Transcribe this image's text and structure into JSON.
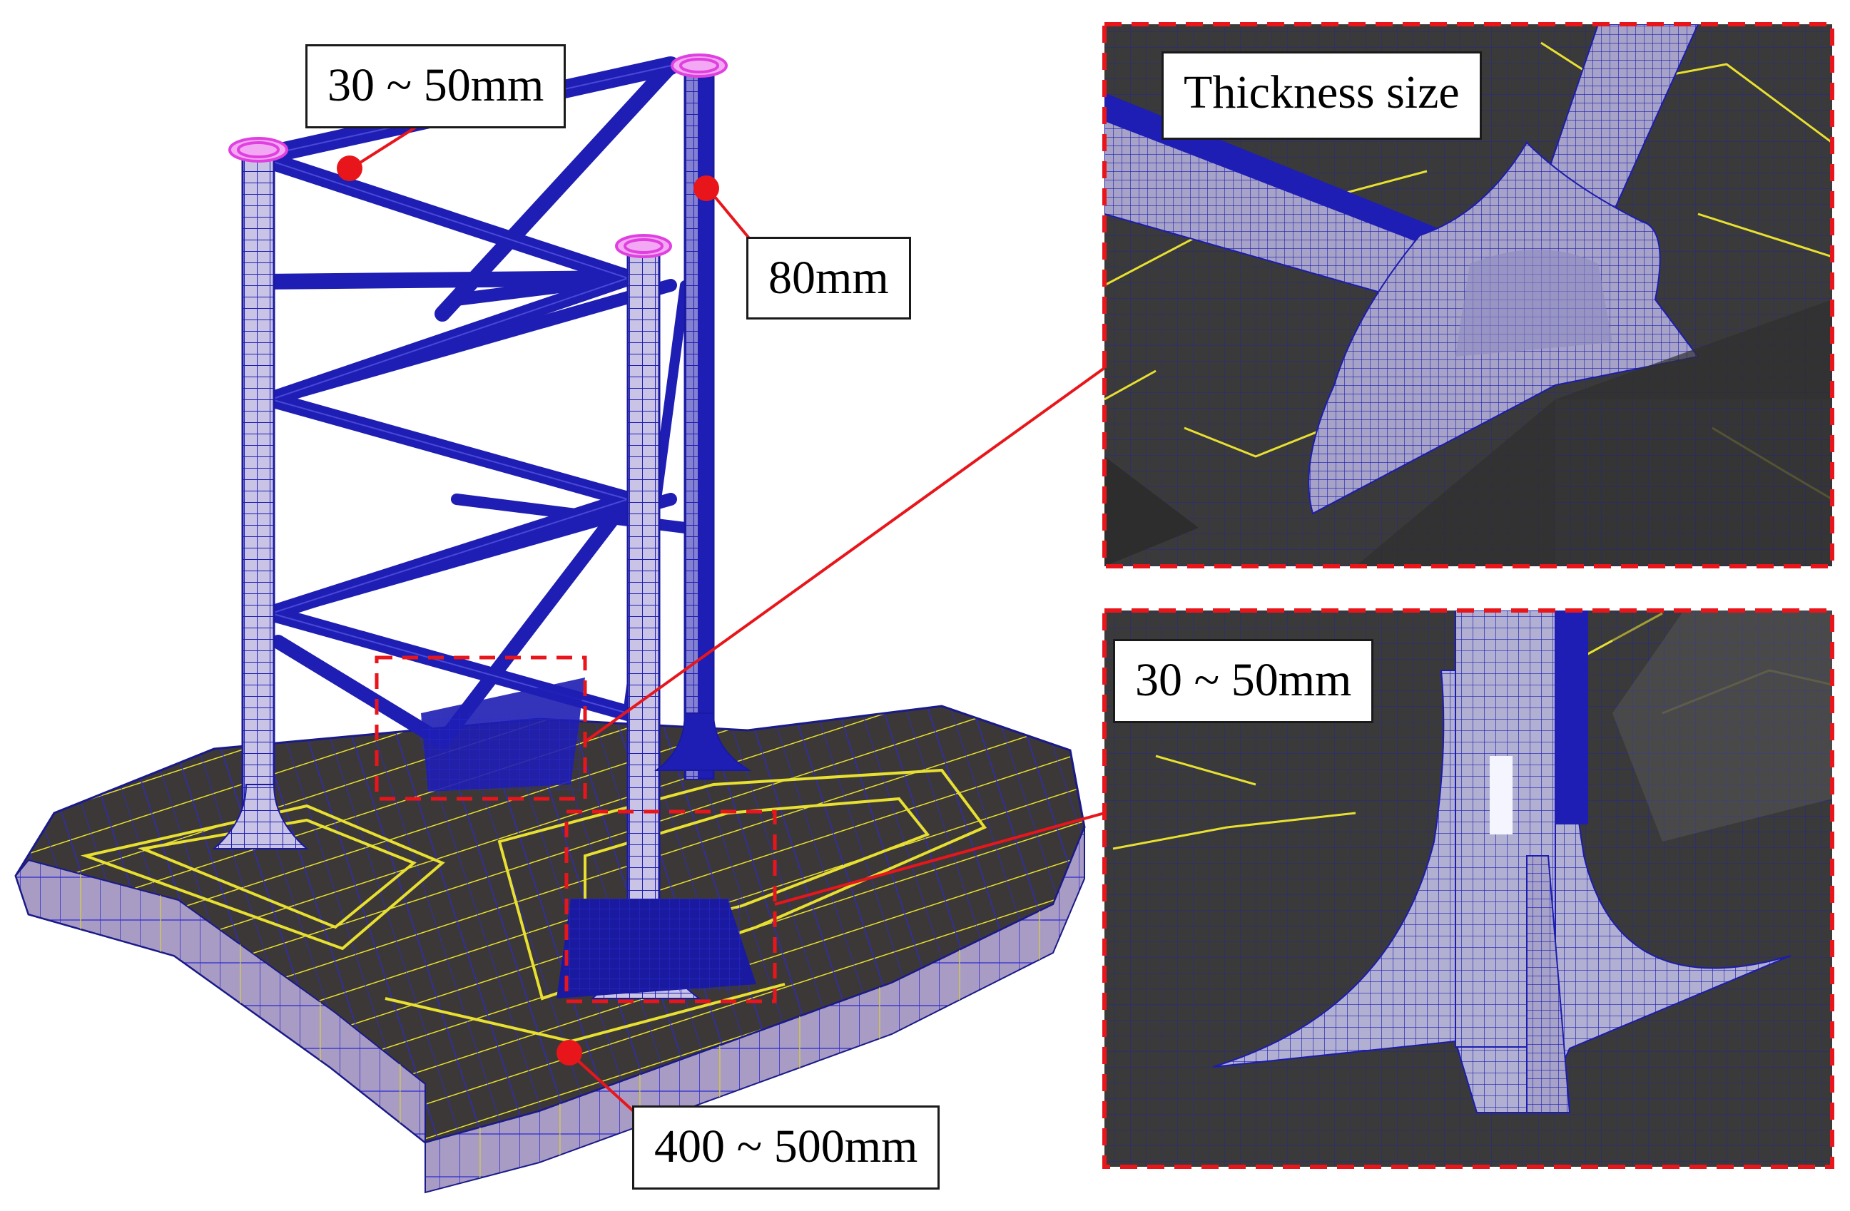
{
  "labels": {
    "top_brace": "30 ~ 50mm",
    "leg": "80mm",
    "base": "400 ~ 500mm",
    "thickness": "Thickness size",
    "fillet": "30 ~ 50mm"
  },
  "colors": {
    "mesh_blue": "#1a1aa0",
    "mesh_line": "#2a2ad0",
    "edge_yellow": "#e8e030",
    "base_top": "#3c3838",
    "base_side": "#a99cc4",
    "callout_red": "#e8161b",
    "top_ring": "#e040e0",
    "panel_bg": "#3a3a3a"
  }
}
